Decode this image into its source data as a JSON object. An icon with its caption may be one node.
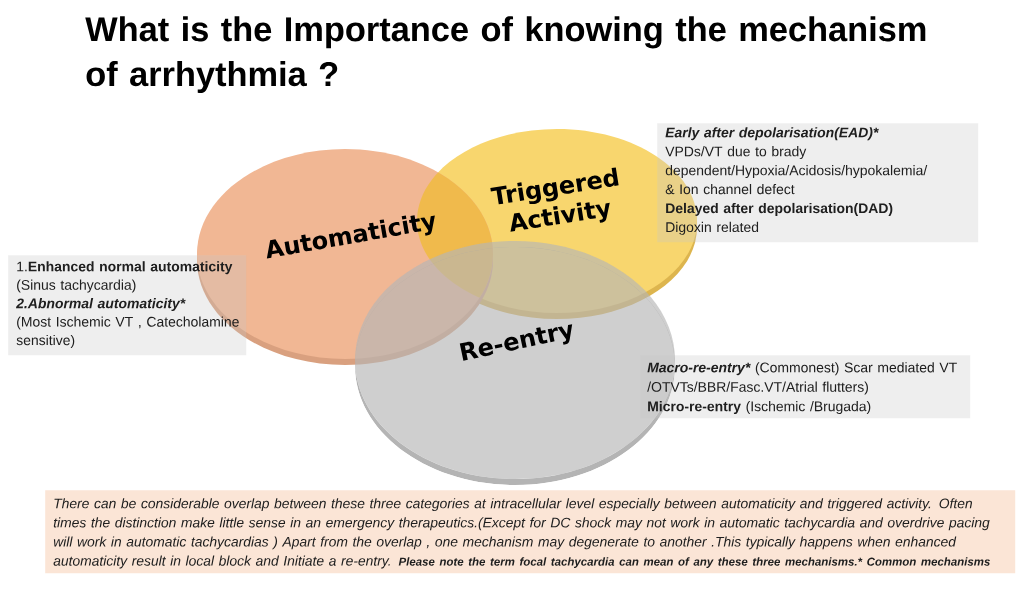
{
  "diagram": {
    "title": "What is the Importance of knowing the mechanism of arrhythmia ?",
    "nodes": [
      {
        "text": [
          "Automaticity"
        ]
      },
      {
        "text": [
          "Triggered Activity"
        ]
      },
      {
        "text": [
          "Re-entry"
        ]
      },
      {
        "text": [
          "1.**Enhanced normal automaticity**",
          "(Sinus tachycardia)",
          "2.Abnormal automaticity*",
          "(Most Ischemic VT , Catecholamine sensitive)"
        ]
      },
      {
        "text": [
          "Early after depolarisation(EAD)*",
          "VPDs/VT due to brady dependent/Hypoxia/Acidosis/hypokalemia/ & Ion channel defect",
          "Delayed after depolarisation(DAD)",
          "Digoxin related"
        ]
      },
      {
        "text": [
          "Macro-re-entry*",
          "(Commonest) Scar mediated VT",
          "/OTVTs/BBR/Fasc.VT/Atrial flutters)",
          "**Micro-re-entry** (Ischemic /Brugada)"
        ]
      },
      {
        "text": [
          "There can be considerable overlap between these three categories at intracellular level especially between automaticity and triggered activity. Often times the distinction make little sense in an emergency therapeutics.(Except for DC shock may not work in automatic tachycardia and overdrive pacing will work in automatic tachycardias ) Apart from the overlap , one mechanism may degenerate to another .This typically happens when enhanced automaticity result in local block and Initiate a re-entry.",
          "Please note the term focal tachycardia can mean of any these three mechanisms.* Common mechanisms"
        ]
      }
    ]
  }
}
